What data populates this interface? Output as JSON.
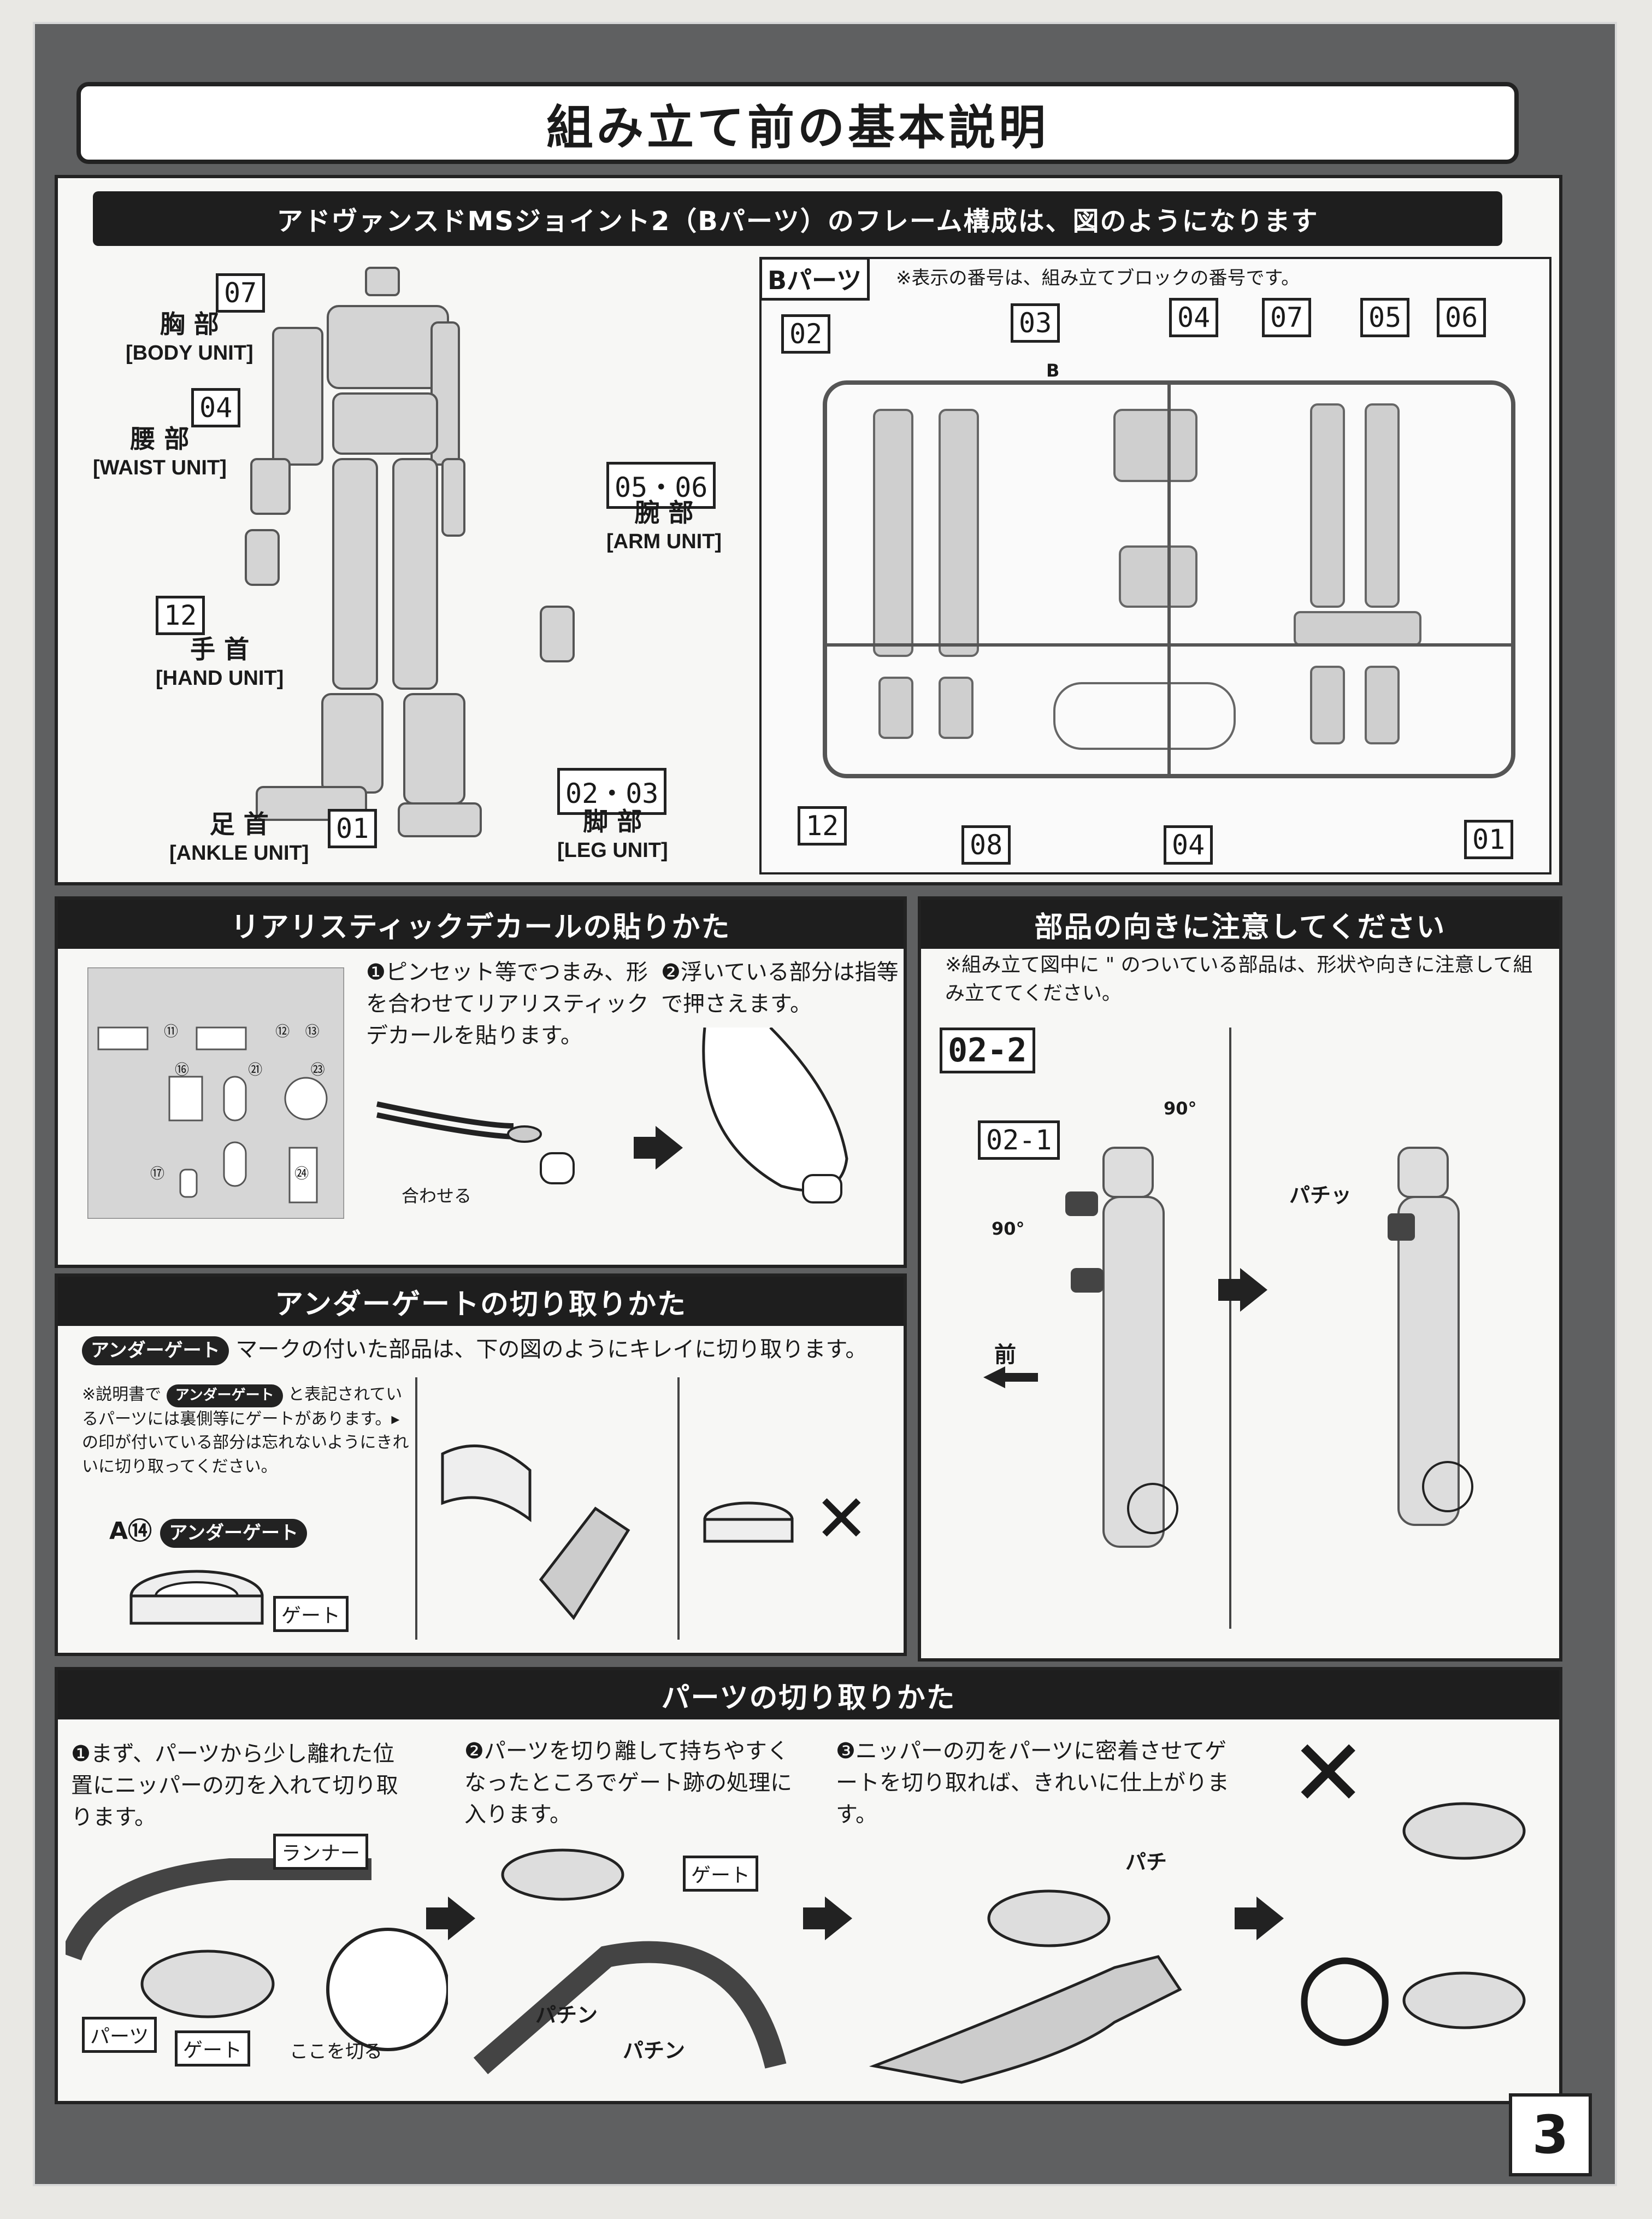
{
  "page": {
    "title": "組み立て前の基本説明",
    "page_number": "3"
  },
  "frame": {
    "header": "アドヴァンスドMSジョイント2（Bパーツ）のフレーム構成は、図のようになります",
    "units": [
      {
        "num": "07",
        "jp": "胸 部",
        "en": "[BODY UNIT]"
      },
      {
        "num": "04",
        "jp": "腰 部",
        "en": "[WAIST UNIT]"
      },
      {
        "num": "05・06",
        "jp": "腕 部",
        "en": "[ARM UNIT]"
      },
      {
        "num": "12",
        "jp": "手 首",
        "en": "[HAND UNIT]"
      },
      {
        "num": "01",
        "jp": "足 首",
        "en": "[ANKLE UNIT]"
      },
      {
        "num": "02・03",
        "jp": "脚 部",
        "en": "[LEG UNIT]"
      }
    ],
    "bparts": {
      "label": "Bパーツ",
      "note": "※表示の番号は、組み立てブロックの番号です。",
      "runner_letter": "B",
      "callouts": [
        "02",
        "03",
        "04",
        "07",
        "05",
        "06",
        "12",
        "08",
        "04",
        "01"
      ]
    }
  },
  "decal": {
    "header": "リアリスティックデカールの貼りかた",
    "step1": "❶ピンセット等でつまみ、形を合わせてリアリスティックデカールを貼ります。",
    "step2": "❷浮いている部分は指等で押さえます。",
    "match_label": "合わせる",
    "sheet_numbers": [
      "⑪",
      "⑫",
      "⑬",
      "⑯",
      "㉑",
      "㉓",
      "⑰",
      "㉔"
    ]
  },
  "orientation": {
    "header": "部品の向きに注意してください",
    "note": "※組み立て図中に \" のついている部品は、形状や向きに注意して組み立ててください。",
    "step_label": "02-2",
    "sub_label": "02-1",
    "rotation_1": "90°",
    "rotation_2": "90°",
    "front_label": "前",
    "snap_label": "パチッ"
  },
  "undergate": {
    "header": "アンダーゲートの切り取りかた",
    "mark_pill": "アンダーゲート",
    "mark_text": "マークの付いた部品は、下の図のようにキレイに切り取ります。",
    "note_prefix": "※説明書で",
    "note_rest": "と表記されているパーツには裏側等にゲートがあります。▸の印が付いている部分は忘れないようにきれいに切り取ってください。",
    "example_id": "A⑭",
    "gate_label": "ゲート",
    "wrong": "✕"
  },
  "cutting": {
    "header": "パーツの切り取りかた",
    "step1": "❶まず、パーツから少し離れた位置にニッパーの刃を入れて切り取ります。",
    "step2": "❷パーツを切り離して持ちやすくなったところでゲート跡の処理に入ります。",
    "step3": "❸ニッパーの刃をパーツに密着させてゲートを切り取れば、きれいに仕上がります。",
    "runner_label": "ランナー",
    "parts_label": "パーツ",
    "gate_label": "ゲート",
    "gate_label_2": "ゲート",
    "cut_here": "ここを切る",
    "snap_1": "パチン",
    "snap_2": "パチン",
    "snap_3": "パチ",
    "bad": "✕",
    "good": "○"
  }
}
